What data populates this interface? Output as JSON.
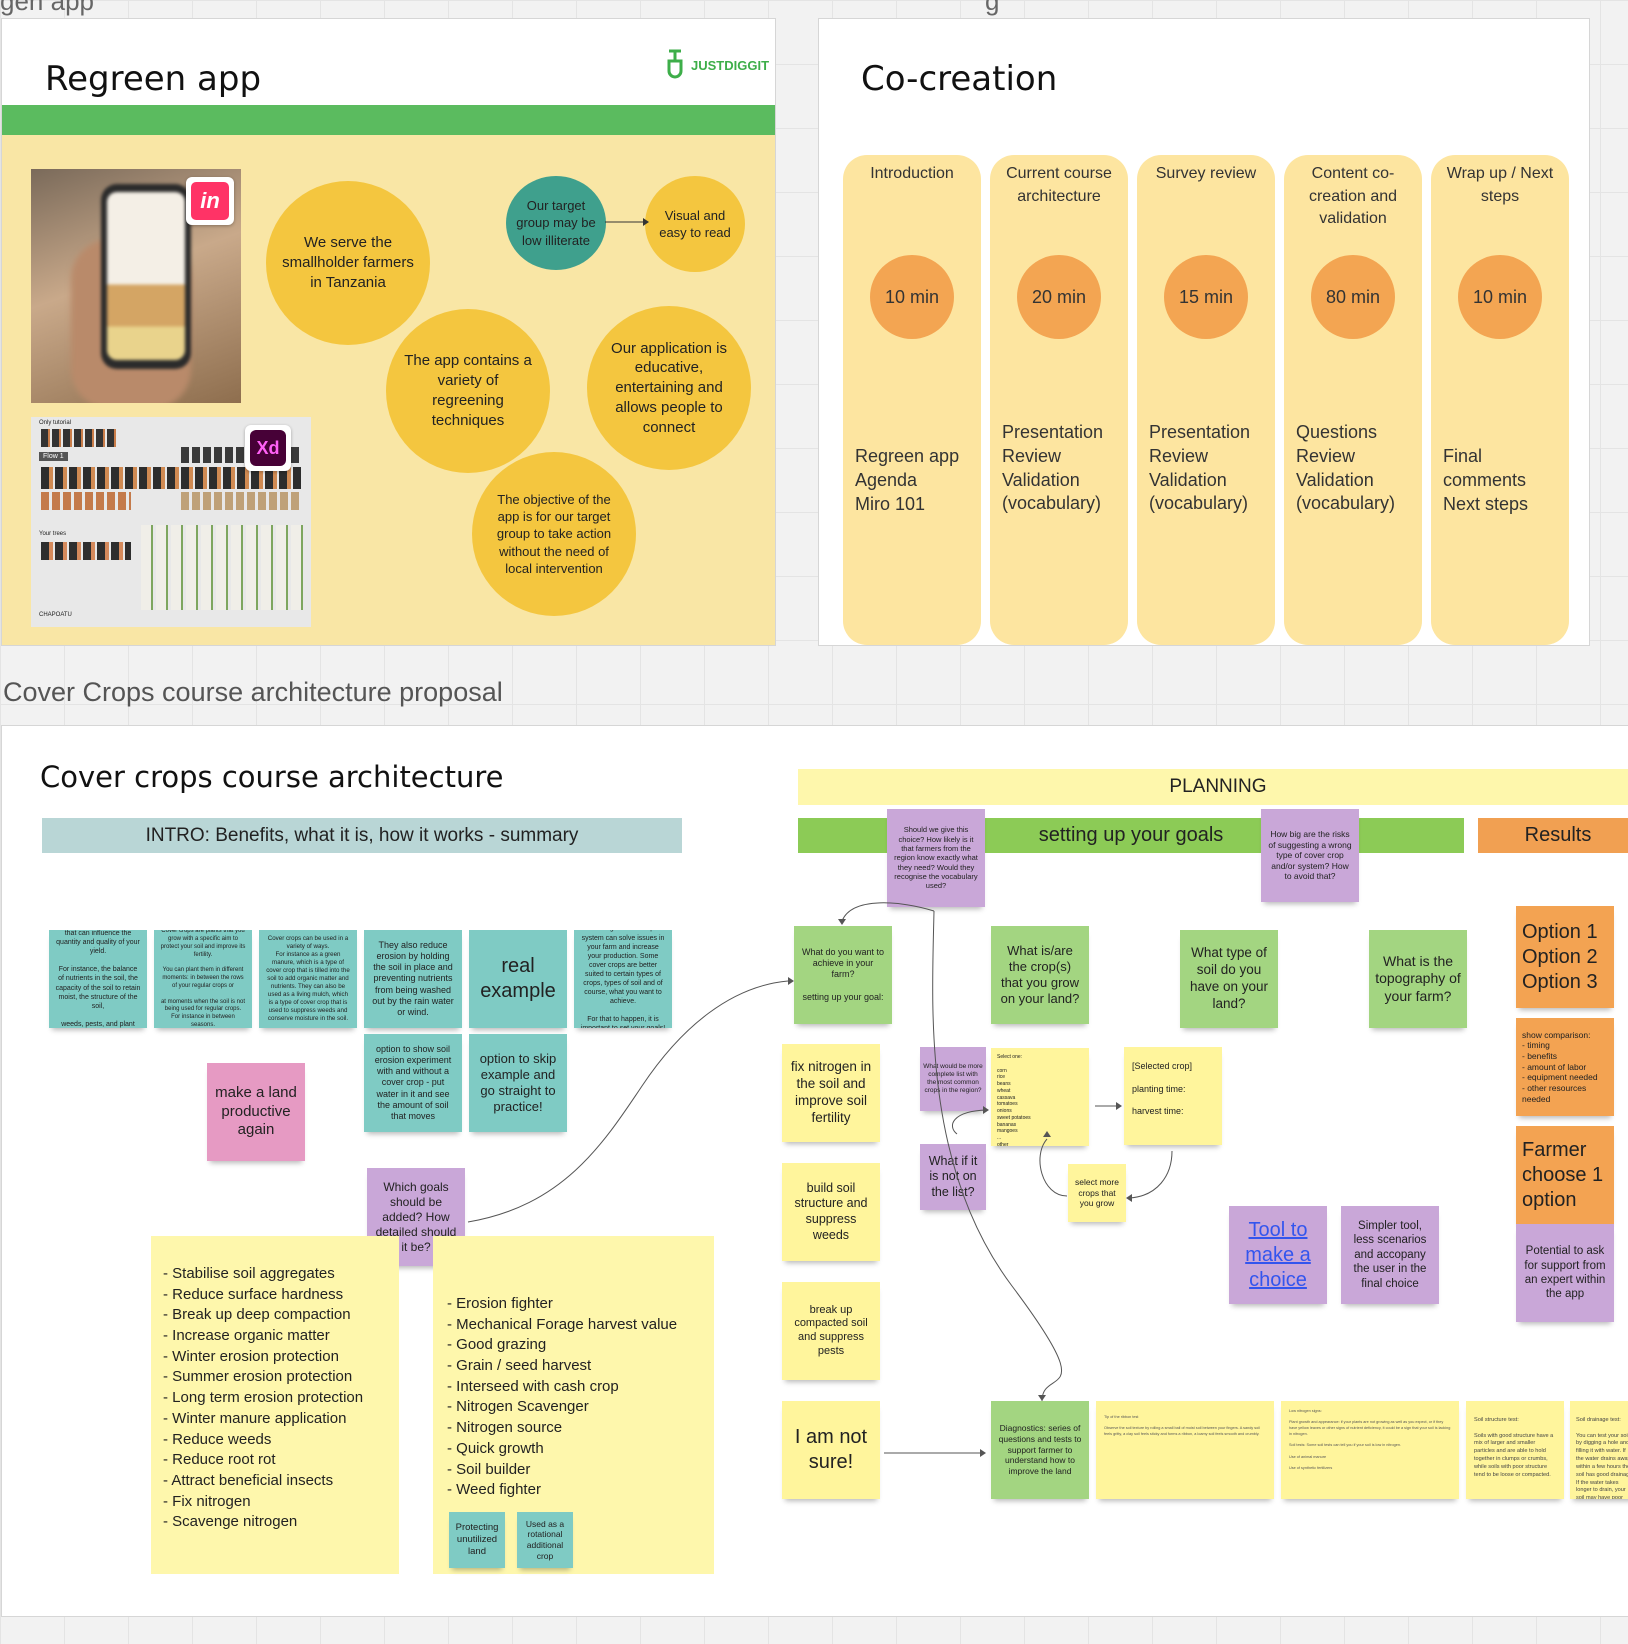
{
  "board_top": {
    "left": "gen app",
    "right": "g"
  },
  "regreen": {
    "title": "Regreen app",
    "logo_text": "JUSTDIGGIT",
    "invision_icon_text": "in",
    "xd_icon_text": "Xd",
    "flow_labels": {
      "a": "Only tutorial",
      "b": "Flow 1",
      "c": "Your trees",
      "d": "CHAPOATU"
    },
    "circles": {
      "serve": "We serve the smallholder farmers in Tanzania",
      "target": "Our target group may be low illiterate",
      "visual": "Visual and easy to read",
      "app_contains": "The app contains a variety of regreening techniques",
      "educative": "Our application is educative, entertaining and allows people to connect",
      "objective": "The objective of the app is for our target group to take action without the need of local intervention"
    }
  },
  "cocreation": {
    "title": "Co-creation",
    "columns": [
      {
        "head": "Introduction",
        "duration": "10 min",
        "items": "Regreen app\nAgenda\nMiro 101"
      },
      {
        "head": "Current course architecture",
        "duration": "20 min",
        "items": "Presentation\nReview\nValidation (vocabulary)"
      },
      {
        "head": "Survey review",
        "duration": "15 min",
        "items": "Presentation\nReview\nValidation (vocabulary)"
      },
      {
        "head": "Content co-creation and validation",
        "duration": "80 min",
        "items": "Questions\nReview\nValidation (vocabulary)"
      },
      {
        "head": "Wrap up / Next steps",
        "duration": "10 min",
        "items": "Final comments\nNext steps"
      }
    ]
  },
  "section_label": "Cover Crops course architecture proposal",
  "cover": {
    "title": "Cover crops course architecture",
    "intro_bar": "INTRO: Benefits, what it is, how it works - summary",
    "planning_bar": "PLANNING",
    "goals_bar": "setting up your goals",
    "results_bar": "Results",
    "intro_stickies": [
      "There are several aspects that can influence the quantity and quality of your yield.\n\nFor instance, the balance of nutrients in the soil, the capacity of the soil to retain moist, the structure of the soil,\n\nweeds, pests, and plant diseases.",
      "Cover crops are plants that you grow with a specific aim to protect your soil and improve its fertility.\n\nYou can plant them in different moments: in between the rows of your regular crops or\n\nat moments when the soil is not being used for regular crops. For instance in between seasons.",
      "Cover crops can be used in a variety of ways.\nFor instance as a green manure, which is a type of cover crop that is tilled into the soil to add organic matter and nutrients. They can also be used as a living mulch, which is a type of cover crop that is used to suppress weeds and conserve moisture in the soil.",
      "They also reduce erosion by holding the soil in place and preventing nutrients from being washed out by the rain water or wind.",
      "real example",
      "The right cover crop system can solve issues in your farm and increase your production. Some cover crops are better suited to certain types of crops, types of soil and of course, what you want to achieve.\n\nFor that to happen, it is important to set your goals!"
    ],
    "option_show": "option to show soil erosion experiment with and without a cover crop - put water in it and see the amount of soil that moves",
    "option_skip": "option to skip example and go straight to practice!",
    "make_land": "make a land productive again",
    "which_goals": "Which goals should be added? How detailed should it be?",
    "goals_list_a": "- Stabilise soil aggregates\n- Reduce surface hardness\n- Break up deep compaction\n- Increase organic matter\n- Winter erosion protection\n- Summer erosion protection\n- Long term erosion protection\n- Winter manure application\n- Reduce weeds\n- Reduce root rot\n- Attract beneficial insects\n- Fix nitrogen\n- Scavenge nitrogen",
    "goals_list_b": "- Erosion fighter\n- Mechanical Forage harvest value\n- Good grazing\n- Grain / seed harvest\n- Interseed with cash crop\n- Nitrogen Scavenger\n- Nitrogen source\n- Quick growth\n- Soil builder\n- Weed fighter",
    "protecting": "Protecting unutilized land",
    "rotational": "Used as a rotational additional crop",
    "q_give_choice": "Should we give this choice? How likely is it that farmers from the region know exactly what they need? Would they recognise the vocabulary used?",
    "q_how_big": "How big are the risks of suggesting a wrong type of cover crop and/or system? How to avoid that?",
    "what_achieve": "What do you want to achieve in your farm?\n\nsetting up your goal:",
    "fix_nitrogen": "fix nitrogen in the soil and improve soil fertility",
    "build_soil": "build soil structure and suppress weeds",
    "break_up": "break up compacted soil and suppress pests",
    "not_sure": "I am not sure!",
    "crops_grow": "What is/are the crop(s) that you grow on your land?",
    "more_complete": "What would be more complete list with the most common crops in the region?",
    "not_on_list": "What if it is not on the list?",
    "select_one": "Select one:\n\ncorn\nrice\nbeans\nwheat\ncassava\ntomatoes\nonions\nsweet potatoes\nbananas\nmangoes\n...\nother",
    "selected_crop": "[Selected crop]\n\nplanting time:\n\nharvest time:",
    "select_more": "select more crops that you grow",
    "soil_type": "What type of soil do you have on your land?",
    "topography": "What is the topography of your farm?",
    "tool_choice": "Tool to make a choice",
    "simpler_tool": "Simpler tool, less scenarios and accopany the user in the final choice",
    "options": "Option 1\nOption 2\nOption 3",
    "show_comparison": "show comparison:\n- timing\n- benefits\n- amount of labor\n- equipment needed\n- other resources needed",
    "farmer_choose": "Farmer choose 1 option",
    "potential": "Potential to ask for support from an expert within the app",
    "diagnostics": "Diagnostics: series of questions and tests to support farmer to understand how to improve the land",
    "diag_text_1": "Tip of the ribbon test\n\nObserve the soil texture by rolling a small ball of moist soil between your fingers. A sandy soil feels gritty, a clay soil feels sticky and forms a ribbon, a loamy soil feels smooth and crumbly.",
    "diag_text_2": "Low nitrogen signs:\n\nPlant growth and appearance: if your plants are not growing as well as you expect, or if they have yellow leaves or other signs of nutrient deficiency, it could be a sign that your soil is lacking in nitrogen.\n\nSoil tests: Some soil tests can tell you if your soil is low in nitrogen.\n\nUse of animal manure\n\nUse of synthetic fertilizers",
    "diag_text_3": "Soil structure test:\n\nSoils with good structure have a mix of larger and smaller particles and are able to hold together in clumps or crumbs, while soils with poor structure tend to be loose or compacted.",
    "diag_text_4": "Soil drainage test:\n\nYou can test your soil by digging a hole and filling it with water. If the water drains away within a few hours the soil has good drainage. If the water takes longer to drain, your soil may have poor drainage."
  }
}
